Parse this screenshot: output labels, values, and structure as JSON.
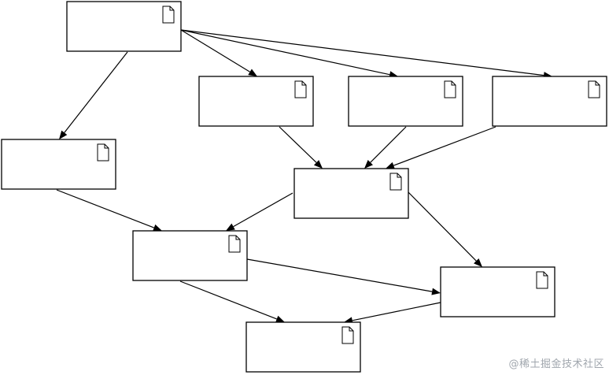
{
  "watermark": {
    "text": "@稀土掘金技术社区"
  },
  "nodes": [
    {
      "id": "n1",
      "label": "",
      "icon": "document-icon"
    },
    {
      "id": "n2",
      "label": "",
      "icon": "document-icon"
    },
    {
      "id": "n3",
      "label": "",
      "icon": "document-icon"
    },
    {
      "id": "n4",
      "label": "",
      "icon": "document-icon"
    },
    {
      "id": "n5",
      "label": "",
      "icon": "document-icon"
    },
    {
      "id": "n6",
      "label": "",
      "icon": "document-icon"
    },
    {
      "id": "n7",
      "label": "",
      "icon": "document-icon"
    },
    {
      "id": "n8",
      "label": "",
      "icon": "document-icon"
    },
    {
      "id": "n9",
      "label": "",
      "icon": "document-icon"
    }
  ],
  "edges": [
    {
      "from": "n1",
      "to": "n5"
    },
    {
      "from": "n1",
      "to": "n2"
    },
    {
      "from": "n1",
      "to": "n3"
    },
    {
      "from": "n1",
      "to": "n4"
    },
    {
      "from": "n2",
      "to": "n6"
    },
    {
      "from": "n3",
      "to": "n6"
    },
    {
      "from": "n4",
      "to": "n6"
    },
    {
      "from": "n5",
      "to": "n7"
    },
    {
      "from": "n6",
      "to": "n7"
    },
    {
      "from": "n6",
      "to": "n8"
    },
    {
      "from": "n7",
      "to": "n8"
    },
    {
      "from": "n7",
      "to": "n9"
    },
    {
      "from": "n8",
      "to": "n9"
    }
  ]
}
